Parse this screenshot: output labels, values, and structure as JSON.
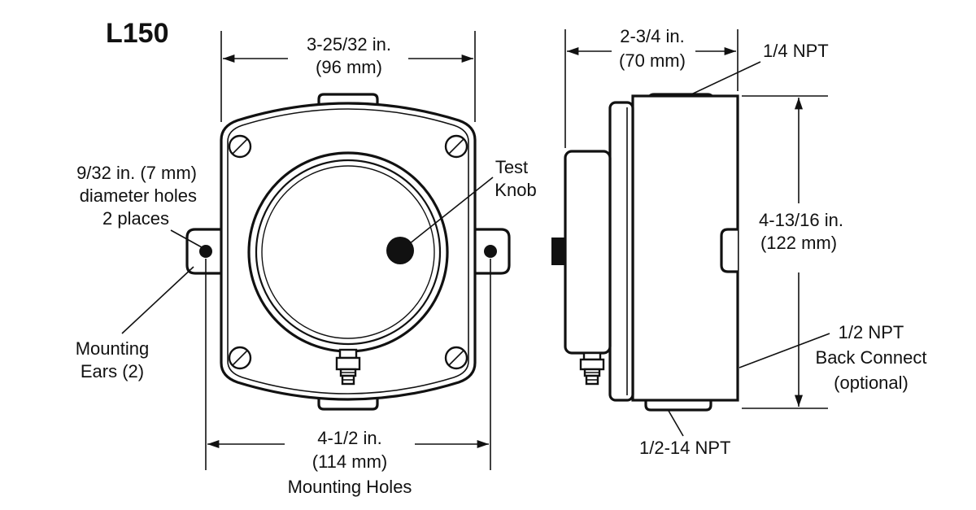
{
  "title": "L150",
  "front_view": {
    "width_dim": {
      "line1": "3-25/32 in.",
      "line2": "(96 mm)"
    },
    "holes_note": {
      "line1": "9/32 in. (7 mm)",
      "line2": "diameter holes",
      "line3": "2 places"
    },
    "mounting_ears": {
      "line1": "Mounting",
      "line2": "Ears (2)"
    },
    "test_knob": {
      "line1": "Test",
      "line2": "Knob"
    },
    "mounting_holes_dim": {
      "line1": "4-1/2 in.",
      "line2": "(114 mm)",
      "line3": "Mounting Holes"
    }
  },
  "side_view": {
    "depth_dim": {
      "line1": "2-3/4 in.",
      "line2": "(70 mm)"
    },
    "top_port": "1/4 NPT",
    "height_dim": {
      "line1": "4-13/16 in.",
      "line2": "(122 mm)"
    },
    "back_connect": {
      "line1": "1/2 NPT",
      "line2": "Back Connect",
      "line3": "(optional)"
    },
    "bottom_port": "1/2-14 NPT"
  }
}
